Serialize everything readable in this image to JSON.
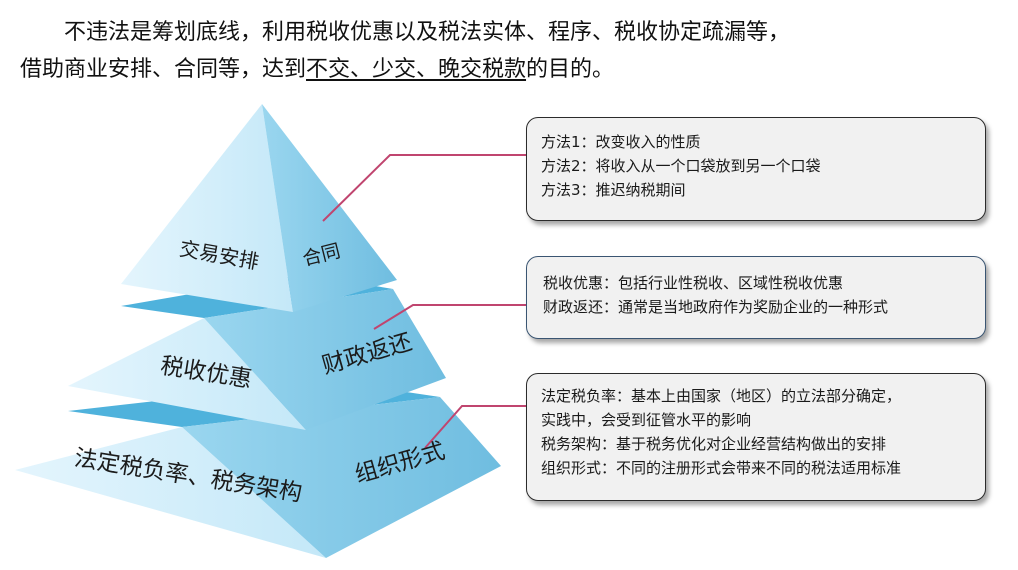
{
  "intro": {
    "line1": "不违法是筹划底线，利用税收优惠以及税法实体、程序、税收协定疏漏等，",
    "line2_before": "借助商业安排、合同等，达到",
    "line2_underline": "不交、少交、晚交税款",
    "line2_after": "的目的。"
  },
  "pyramid": {
    "top_left": "交易安排",
    "top_right": "合同",
    "mid_left": "税收优惠",
    "mid_right": "财政返还",
    "bot_left": "法定税负率、税务架构",
    "bot_right": "组织形式"
  },
  "box1": [
    "方法1：改变收入的性质",
    "方法2：将收入从一个口袋放到另一个口袋",
    "方法3：推迟纳税期间"
  ],
  "box2": [
    "税收优惠：包括行业性税收、区域性税收优惠",
    "财政返还：通常是当地政府作为奖励企业的一种形式"
  ],
  "box3": [
    "法定税负率：基本上由国家（地区）的立法部分确定，",
    "实践中，会受到征管水平的影响",
    "税务架构：基于税务优化对企业经营结构做出的安排",
    "组织形式：不同的注册形式会带来不同的税法适用标准"
  ],
  "colors": {
    "face_left": "#d4effb",
    "face_right": "#84c8e6",
    "slab": "#5ab8df",
    "connector": "#c0456f"
  }
}
